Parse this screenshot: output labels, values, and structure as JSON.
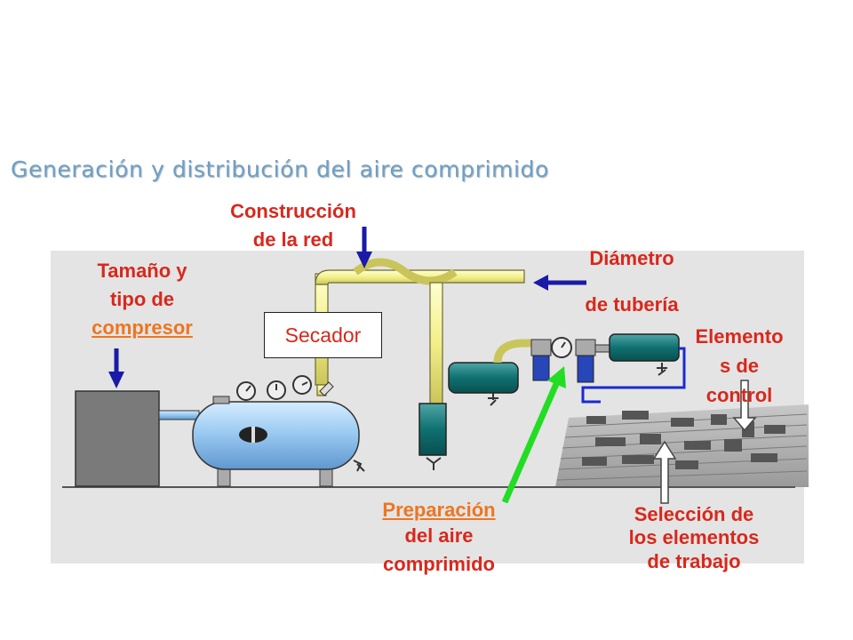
{
  "title": "Generación y distribución del aire comprimido",
  "labels": {
    "construccion": [
      "Construcción",
      "de la red"
    ],
    "tamano": [
      "Tamaño y",
      "tipo de",
      "compresor"
    ],
    "diametro": [
      "Diámetro",
      "de tubería"
    ],
    "elementos": [
      "Elemento",
      "s de",
      "control"
    ],
    "preparacion": [
      "Preparación",
      "del aire",
      "comprimido"
    ],
    "seleccion": [
      "Selección de",
      "los elementos",
      "de trabajo"
    ],
    "secador": "Secador"
  },
  "colors": {
    "label": "#d8281c",
    "link": "#ee7521",
    "title": "#6f9fc4",
    "arrow_blue": "#1a1aa8",
    "arrow_green": "#22dd22"
  }
}
